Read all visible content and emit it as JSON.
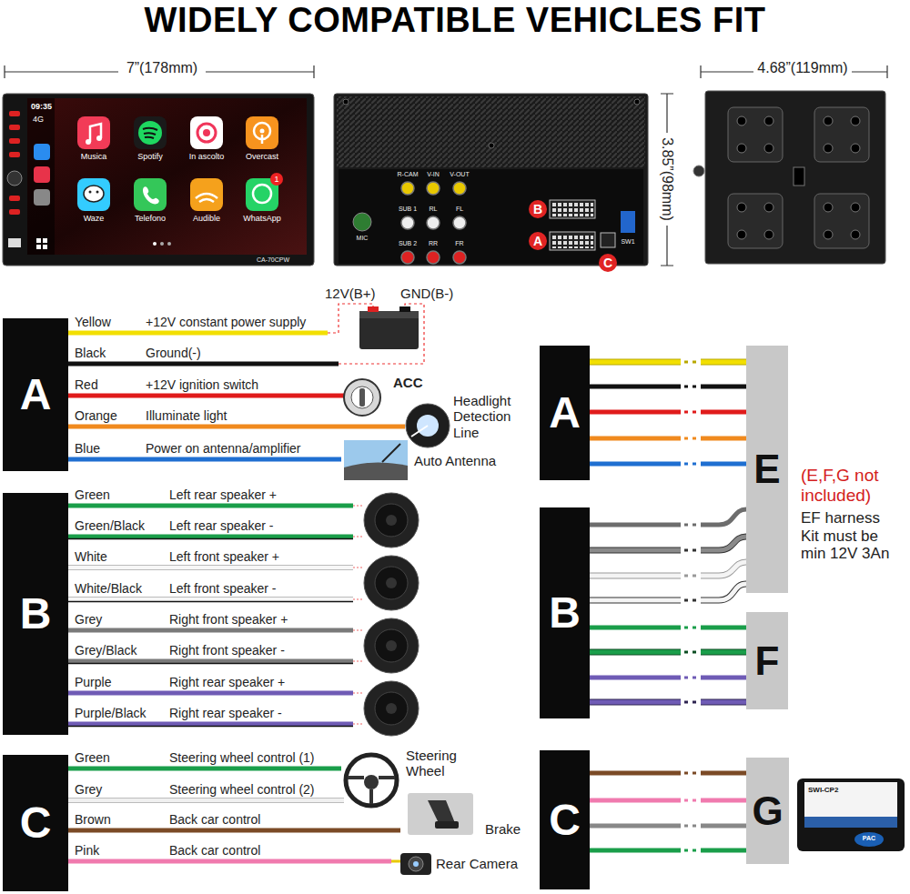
{
  "diagram": {
    "title": "WIDELY COMPATIBLE VEHICLES FIT",
    "nodes": [
      {
        "text": [
          "A"
        ]
      },
      {
        "text": [
          "B"
        ]
      },
      {
        "text": [
          "C"
        ]
      },
      {
        "text": [
          "A"
        ]
      },
      {
        "text": [
          "E"
        ]
      },
      {
        "text": [
          "B"
        ]
      },
      {
        "text": [
          "F"
        ]
      },
      {
        "text": [
          "C"
        ]
      },
      {
        "text": [
          "G"
        ]
      }
    ],
    "edges": [
      {
        "from": 3,
        "to": 4,
        "arrow": "none"
      },
      {
        "from": 3,
        "to": 4,
        "arrow": "none"
      },
      {
        "from": 3,
        "to": 4,
        "arrow": "none"
      },
      {
        "from": 3,
        "to": 4,
        "arrow": "none"
      },
      {
        "from": 3,
        "to": 4,
        "arrow": "none"
      },
      {
        "from": 5,
        "to": 4,
        "arrow": "none"
      },
      {
        "from": 5,
        "to": 4,
        "arrow": "none"
      },
      {
        "from": 5,
        "to": 4,
        "arrow": "none"
      },
      {
        "from": 5,
        "to": 4,
        "arrow": "none"
      },
      {
        "from": 5,
        "to": 6,
        "arrow": "none"
      },
      {
        "from": 5,
        "to": 6,
        "arrow": "none"
      },
      {
        "from": 5,
        "to": 6,
        "arrow": "none"
      },
      {
        "from": 5,
        "to": 6,
        "arrow": "none"
      },
      {
        "from": 7,
        "to": 8,
        "arrow": "none"
      },
      {
        "from": 7,
        "to": 8,
        "arrow": "none"
      },
      {
        "from": 7,
        "to": 8,
        "arrow": "none"
      },
      {
        "from": 7,
        "to": 8,
        "arrow": "none"
      }
    ],
    "labels": [
      "7”(178mm)",
      "3.85”(98mm)",
      "4.68”(119mm)",
      "09:35",
      "4G",
      "Musica",
      "Spotify",
      "In ascolto",
      "Overcast",
      "Waze",
      "Telefono",
      "Audible",
      "WhatsApp",
      "1",
      "CA-70CPW",
      "R-CAM",
      "V-IN",
      "V-OUT",
      "SUB 1",
      "RL",
      "FL",
      "SUB 2",
      "RR",
      "FR",
      "MIC",
      "B",
      "A",
      "C",
      "SW1",
      "Yellow",
      "+12V constant power supply",
      "Black",
      "Ground(-)",
      "Red",
      "+12V ignition switch",
      "Orange",
      "Illuminate light",
      "Blue",
      "Power on antenna/amplifier",
      "12V(B+)",
      "GND(B-)",
      "ACC",
      "Headlight Detection Line",
      "Auto Antenna",
      "Green",
      "Left rear speaker +",
      "Green/Black",
      "Left rear speaker -",
      "White",
      "Left front speaker +",
      "White/Black",
      "Left front speaker -",
      "Grey",
      "Right front speaker +",
      "Grey/Black",
      "Right front speaker -",
      "Purple",
      "Right rear speaker +",
      "Purple/Black",
      "Right rear speaker -",
      "Green",
      "Steering wheel control (1)",
      "Grey",
      "Steering wheel control (2)",
      "Brown",
      "Back car control",
      "Pink",
      "Back car control",
      "Steering Wheel",
      "Brake",
      "Rear Camera",
      "(E,F,G not included)",
      "EF harness Kit must be min 12V 3An",
      "SWI-CP2",
      "PAC"
    ]
  }
}
